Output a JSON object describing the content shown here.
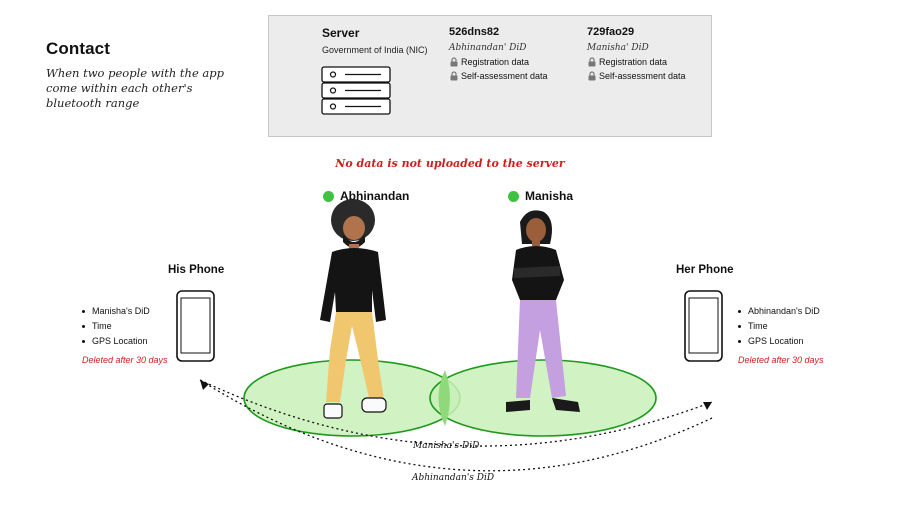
{
  "header": {
    "title": "Contact",
    "subtitle": "When two people with the app come within each other's bluetooth range"
  },
  "server": {
    "title": "Server",
    "subtitle": "Government of India (NIC)",
    "entries": [
      {
        "id": "526dns82",
        "owner": "Abhinandan' DiD",
        "items": [
          "Registration data",
          "Self-assessment data"
        ]
      },
      {
        "id": "729fao29",
        "owner": "Manisha' DiD",
        "items": [
          "Registration data",
          "Self-assessment data"
        ]
      }
    ]
  },
  "warning": "No data is not uploaded to the server",
  "people": {
    "left": {
      "name": "Abhinandan"
    },
    "right": {
      "name": "Manisha"
    }
  },
  "phones": {
    "left": {
      "title": "His Phone",
      "items": [
        "Manisha's DiD",
        "Time",
        "GPS Location"
      ],
      "note": "Deleted after 30 days"
    },
    "right": {
      "title": "Her Phone",
      "items": [
        "Abhinandan's DiD",
        "Time",
        "GPS Location"
      ],
      "note": "Deleted after 30 days"
    }
  },
  "arrows": {
    "top_label": "Manisha's DiD",
    "bottom_label": "Abhinandan's DiD"
  },
  "colors": {
    "accent_green": "#3fc23f",
    "range_fill": "#c9f0b8",
    "range_stroke": "#1f9a1f",
    "warning_red": "#d01e1e",
    "server_bg": "#ececec"
  }
}
